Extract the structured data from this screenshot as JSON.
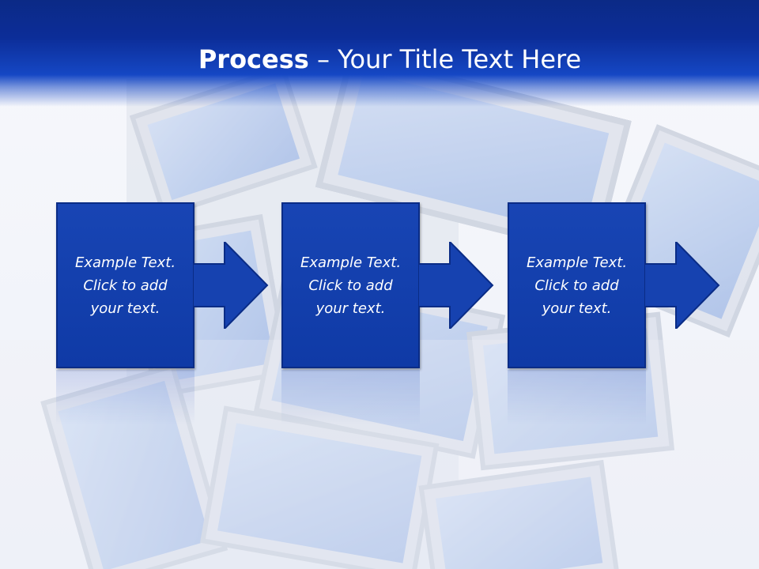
{
  "slide": {
    "title_bold": "Process",
    "title_rest": " – Your Title Text Here"
  },
  "process": {
    "steps": [
      {
        "line1": "Example Text.",
        "line2": "Click  to add",
        "line3": "your text."
      },
      {
        "line1": "Example Text.",
        "line2": "Click  to add",
        "line3": "your text."
      },
      {
        "line1": "Example Text.",
        "line2": "Click  to add",
        "line3": "your text."
      }
    ]
  },
  "colors": {
    "accent": "#0f3aa6",
    "header_top": "#0b2a86",
    "text": "#ffffff"
  },
  "icons": [
    "arrow-right-icon",
    "monitor-wall-background"
  ]
}
